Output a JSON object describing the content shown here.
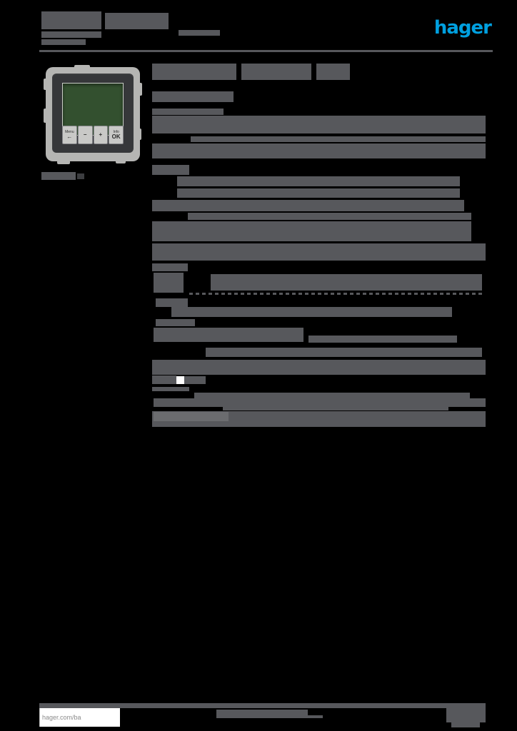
{
  "page": {
    "background": "#000000"
  },
  "header": {
    "logo_text": "hager",
    "logo_color": "#00a0e0"
  },
  "device_photo": {
    "lcd_color": "#33502f",
    "frame_color": "#b5b5b3",
    "plate_color": "#36373a",
    "buttons": [
      {
        "top": "Menu",
        "bottom": "←"
      },
      {
        "top": "",
        "bottom": "−"
      },
      {
        "top": "",
        "bottom": "+"
      },
      {
        "top": "Info",
        "bottom": "OK"
      }
    ]
  },
  "footer": {
    "website": "hager.com/ba"
  },
  "colors": {
    "bar": "#57585c",
    "bar_light": "#6b6c6f",
    "bar_dark": "#3c3d40"
  },
  "redaction_bars": [
    [
      58,
      16,
      84,
      25,
      "n",
      "header-text-blob"
    ],
    [
      147,
      18,
      89,
      23,
      "n",
      "header-text-blob"
    ],
    [
      58,
      44,
      84,
      9,
      "n",
      "header-subtext-blob"
    ],
    [
      58,
      55,
      62,
      8,
      "n",
      "header-subtext-blob"
    ],
    [
      250,
      42,
      58,
      8,
      "n",
      "header-subtext-blob"
    ],
    [
      55,
      70,
      635,
      3,
      "n",
      "header-divider-line"
    ],
    [
      213,
      89,
      118,
      23,
      "n",
      "doc-title-blob"
    ],
    [
      338,
      89,
      98,
      23,
      "n",
      "doc-title-blob"
    ],
    [
      443,
      89,
      47,
      23,
      "n",
      "doc-title-blob"
    ],
    [
      213,
      128,
      114,
      15,
      "n",
      "section-subtitle-blob"
    ],
    [
      213,
      152,
      100,
      9,
      "n",
      "paragraph-line"
    ],
    [
      213,
      162,
      467,
      25,
      "n",
      "paragraph-line"
    ],
    [
      267,
      191,
      413,
      8,
      "n",
      "paragraph-line"
    ],
    [
      213,
      201,
      467,
      21,
      "n",
      "paragraph-line"
    ],
    [
      213,
      231,
      52,
      14,
      "n",
      "spec-label-blob"
    ],
    [
      248,
      247,
      396,
      14,
      "n",
      "spec-row-bar"
    ],
    [
      248,
      264,
      396,
      13,
      "n",
      "spec-row-bar"
    ],
    [
      213,
      280,
      437,
      16,
      "n",
      "spec-row-bar"
    ],
    [
      263,
      298,
      397,
      10,
      "n",
      "spec-row-bar"
    ],
    [
      213,
      310,
      447,
      28,
      "n",
      "spec-row-bar"
    ],
    [
      213,
      341,
      467,
      24,
      "n",
      "spec-row-bar"
    ],
    [
      213,
      369,
      50,
      11,
      "n",
      "spec-label-blob"
    ],
    [
      215,
      382,
      42,
      28,
      "n",
      "spec-label-blob"
    ],
    [
      295,
      384,
      380,
      23,
      "n",
      "spec-row-bar"
    ],
    [
      265,
      410,
      410,
      3,
      "dotted",
      "dotted-separator"
    ],
    [
      218,
      418,
      45,
      12,
      "n",
      "spec-label-blob"
    ],
    [
      240,
      430,
      393,
      14,
      "n",
      "spec-row-bar"
    ],
    [
      218,
      447,
      55,
      10,
      "n",
      "spec-label-blob"
    ],
    [
      215,
      459,
      210,
      20,
      "n",
      "spec-row-bar"
    ],
    [
      432,
      470,
      208,
      10,
      "n",
      "spec-row-bar"
    ],
    [
      288,
      487,
      387,
      13,
      "n",
      "spec-row-bar"
    ],
    [
      213,
      504,
      467,
      21,
      "n",
      "spec-row-bar"
    ],
    [
      213,
      526,
      34,
      12,
      "n",
      "spec-label-blob"
    ],
    [
      258,
      527,
      30,
      11,
      "n",
      "spec-label-blob"
    ],
    [
      247,
      527,
      11,
      11,
      "white",
      "symbol-placeholder"
    ],
    [
      213,
      542,
      52,
      6,
      "n",
      "spec-label-blob"
    ],
    [
      272,
      550,
      386,
      8,
      "n",
      "spec-row-bar"
    ],
    [
      215,
      558,
      465,
      12,
      "n",
      "spec-row-bar"
    ],
    [
      312,
      570,
      316,
      5,
      "n",
      "spec-row-bar"
    ],
    [
      213,
      576,
      467,
      22,
      "n",
      "spec-row-bar"
    ],
    [
      215,
      577,
      105,
      13,
      "light",
      "spec-row-highlight"
    ],
    [
      58,
      241,
      48,
      11,
      "n",
      "product-ref-blob"
    ],
    [
      108,
      243,
      10,
      8,
      "dark",
      "product-ref-blob"
    ],
    [
      55,
      985,
      625,
      7,
      "n",
      "footer-divider-bar"
    ],
    [
      303,
      994,
      128,
      12,
      "n",
      "footer-text-blob"
    ],
    [
      388,
      1002,
      64,
      4,
      "n",
      "footer-text-blob"
    ],
    [
      625,
      992,
      55,
      20,
      "n",
      "footer-page-blob"
    ],
    [
      632,
      1012,
      40,
      7,
      "n",
      "footer-page-blob"
    ]
  ]
}
